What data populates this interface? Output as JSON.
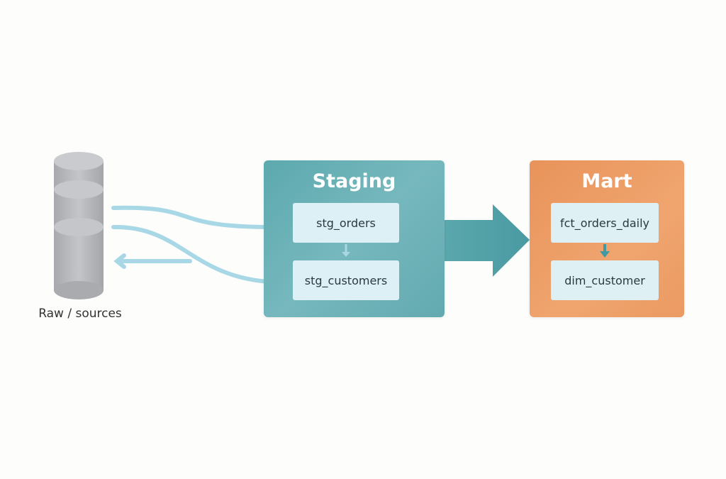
{
  "source": {
    "label": "Raw / sources",
    "icon": "database-icon"
  },
  "staging": {
    "title": "Staging",
    "models": [
      "stg_orders",
      "stg_customers"
    ],
    "color": "#62aab0"
  },
  "mart": {
    "title": "Mart",
    "models": [
      "fct_orders_daily",
      "dim_customer"
    ],
    "color": "#ec9a62"
  },
  "colors": {
    "flow_arrow": "#a8d8e6",
    "big_arrow": "#4f9ea5",
    "inner_arrow_staging": "#a8d8e6",
    "inner_arrow_mart": "#3f9aa3",
    "database": "#b7b9bd"
  }
}
